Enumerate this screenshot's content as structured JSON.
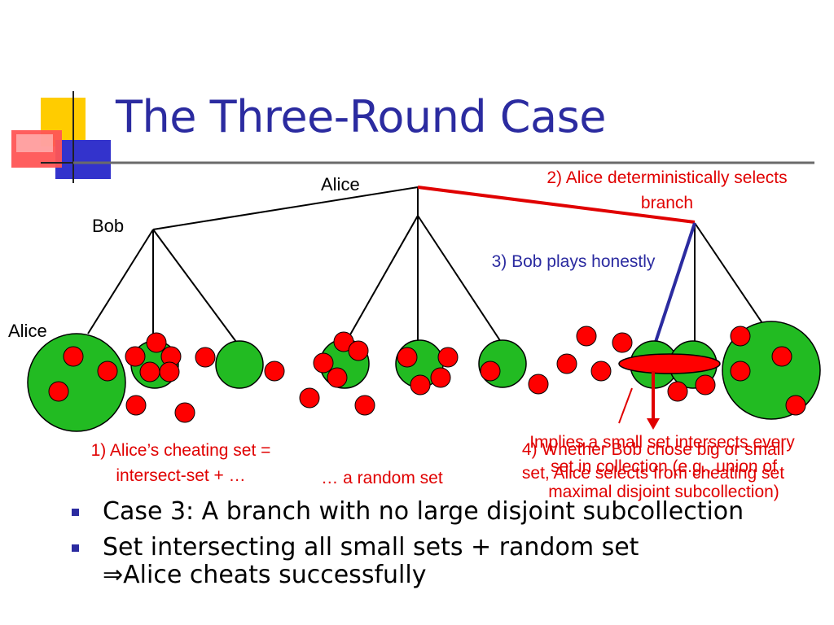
{
  "slide": {
    "title": "The Three-Round Case"
  },
  "tree_labels": {
    "root": "Alice",
    "bob": "Bob",
    "alice_leaf": "Alice"
  },
  "annotations": {
    "alice_selects": [
      "2) Alice deterministically selects",
      "branch"
    ],
    "bob_honest": "3) Bob plays honestly",
    "cheating_set": [
      "1) Alice’s cheating set =",
      "intersect-set + …"
    ],
    "random_set": "… a random set",
    "implies": "Implies a small set intersects every",
    "whether_bob": [
      "4) Whether Bob chose big or small",
      "set, Alice selects from cheating set"
    ],
    "collection": [
      "set in collection (e.g., union of",
      "maximal disjoint subcollection)"
    ]
  },
  "bullets": [
    {
      "text": "Case 3: A branch with no large disjoint subcollection"
    },
    {
      "text": "Set intersecting all small sets + random set",
      "sub": "⇒Alice cheats successfully"
    }
  ],
  "colors": {
    "title": "#2b2ba0",
    "annotation_red": "#e00000",
    "annotation_blue": "#2b2ba0",
    "set_green": "#22bb22",
    "dot_red": "#ff0000",
    "logo_yellow": "#ffcc00",
    "logo_blue": "#3333cc",
    "logo_red": "#ff3333"
  }
}
